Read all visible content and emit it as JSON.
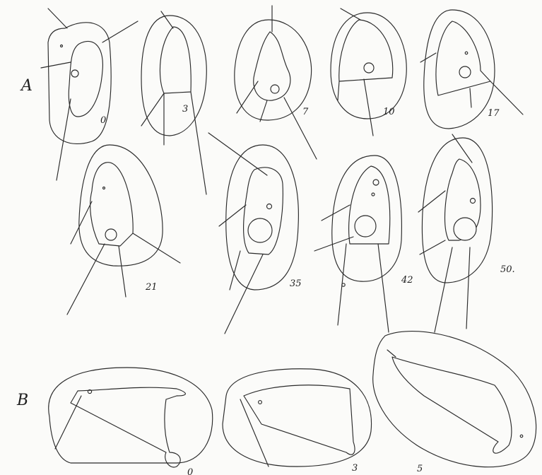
{
  "rows": {
    "A": {
      "label": "A",
      "figures": [
        "0",
        "3",
        "7",
        "10",
        "17",
        "21",
        "35",
        "42",
        "50."
      ]
    },
    "B": {
      "label": "B",
      "figures": [
        "0",
        "3",
        "5"
      ]
    }
  }
}
